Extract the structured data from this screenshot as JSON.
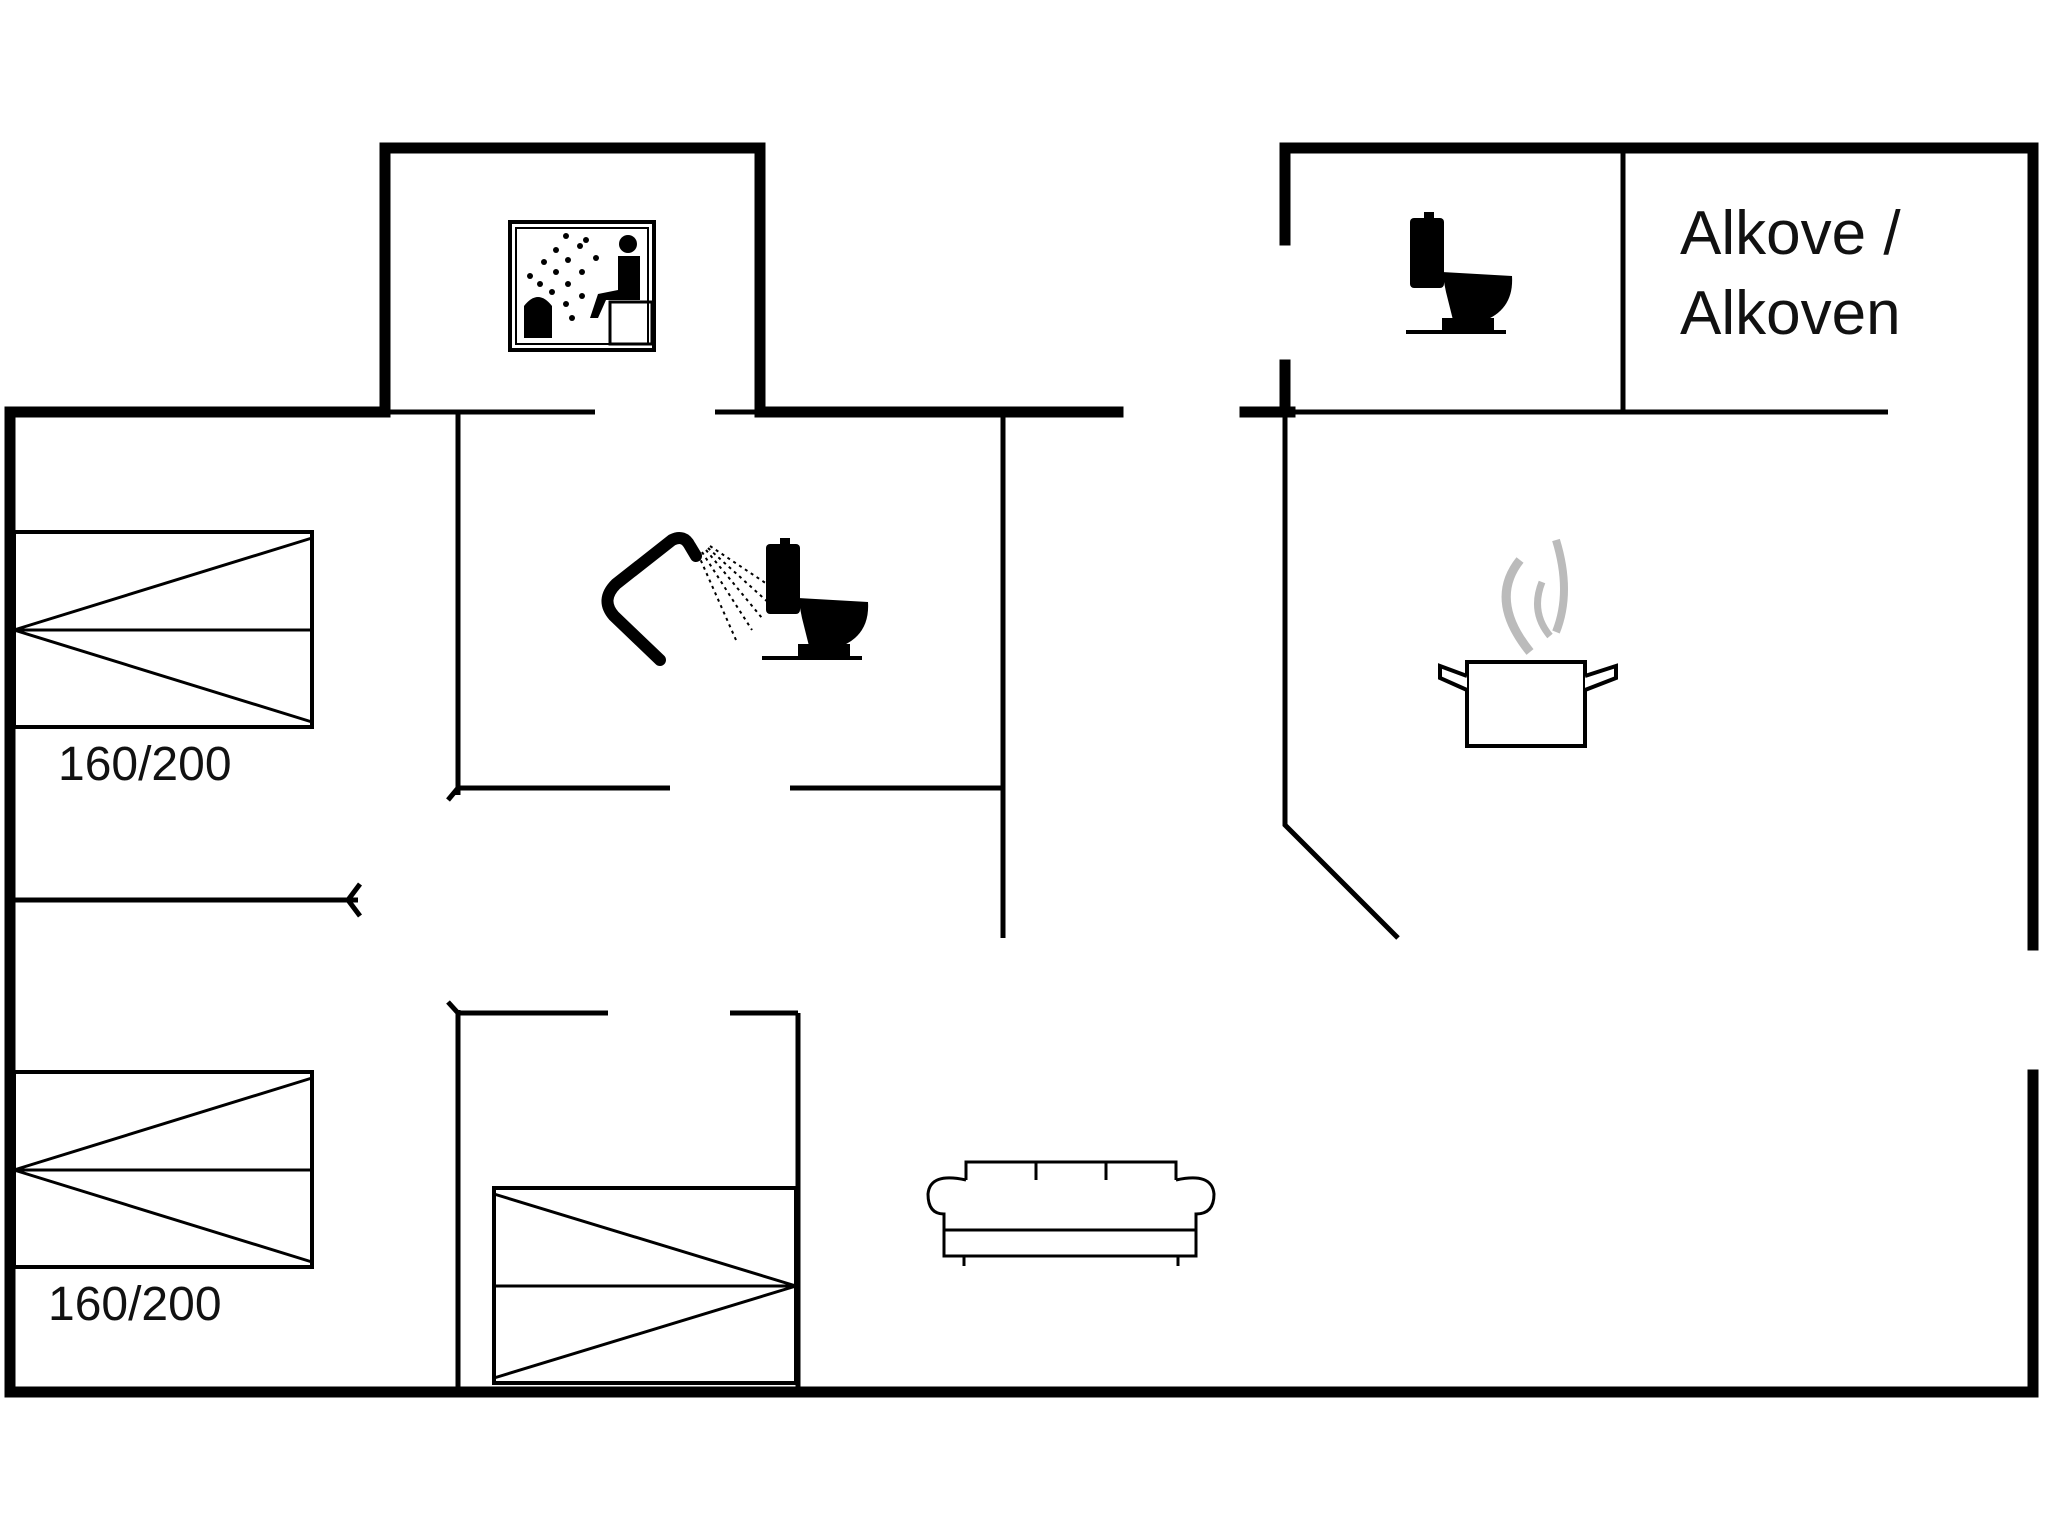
{
  "labels": {
    "bed_1_size": "160/200",
    "bed_2_size": "160/200",
    "alcove_line_1": "Alkove /",
    "alcove_line_2": "Alkoven"
  },
  "icons": {
    "sauna": "sauna-icon",
    "shower": "shower-icon",
    "toilet_bath": "toilet-icon",
    "toilet_alcove": "toilet-icon",
    "kitchen": "cooking-pot-icon",
    "sofa": "sofa-icon"
  },
  "colors": {
    "wall": "#000000",
    "background": "#ffffff",
    "steam": "#bbbbbb"
  }
}
